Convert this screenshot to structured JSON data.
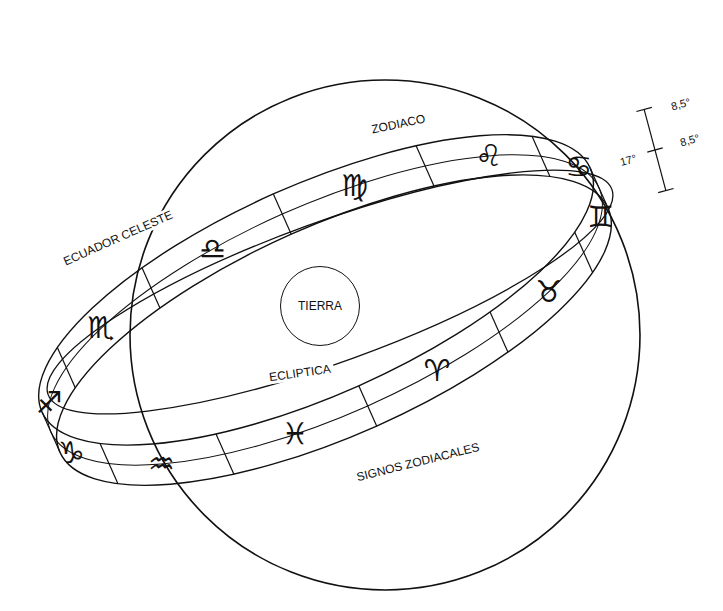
{
  "diagram": {
    "nodes": [
      {
        "text": [
          "TIERRA"
        ]
      }
    ],
    "labels": [
      "ZODIACO",
      "ECUADOR CELESTE",
      "ECLIPTICA",
      "SIGNOS ZODIACALES",
      "♋",
      "♌",
      "♍",
      "♎",
      "♏",
      "♐",
      "♑",
      "♒",
      "♓",
      "♈",
      "♉",
      "♊",
      "8,5°",
      "8,5°",
      "17°"
    ]
  }
}
